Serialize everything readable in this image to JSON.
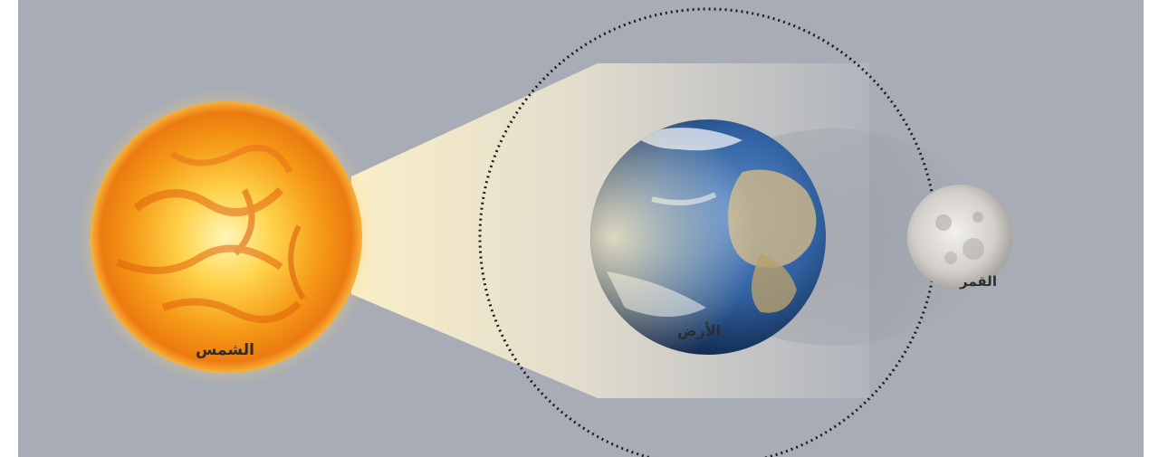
{
  "labels": {
    "sun": "الشمس",
    "earth": "الأرض",
    "moon": "القمر"
  },
  "colors": {
    "background": "#a7acb6",
    "sun": "#f6a21a",
    "earth_ocean": "#2f5f9e",
    "moon": "#d8d6d2",
    "orbit": "#1e1e1e"
  }
}
